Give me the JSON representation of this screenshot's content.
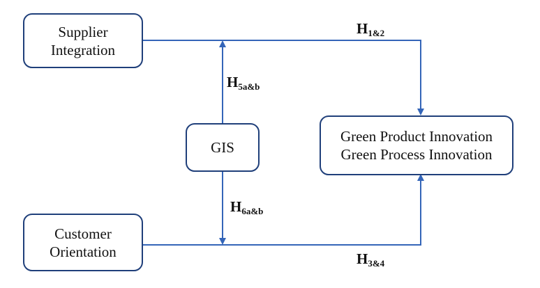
{
  "boxes": {
    "supplier_integration": {
      "line1": "Supplier",
      "line2": "Integration"
    },
    "customer_orientation": {
      "line1": "Customer",
      "line2": "Orientation"
    },
    "gis": {
      "label": "GIS"
    },
    "green_innovation": {
      "line1": "Green Product Innovation",
      "line2": "Green Process Innovation"
    }
  },
  "hypotheses": {
    "h12": {
      "letter": "H",
      "sub": "1&2"
    },
    "h34": {
      "letter": "H",
      "sub": "3&4"
    },
    "h5ab": {
      "letter": "H",
      "sub": "5a&b"
    },
    "h6ab": {
      "letter": "H",
      "sub": "6a&b"
    }
  },
  "colors": {
    "box_border": "#1f3f7a",
    "arrow": "#3465b8",
    "text": "#111111"
  }
}
